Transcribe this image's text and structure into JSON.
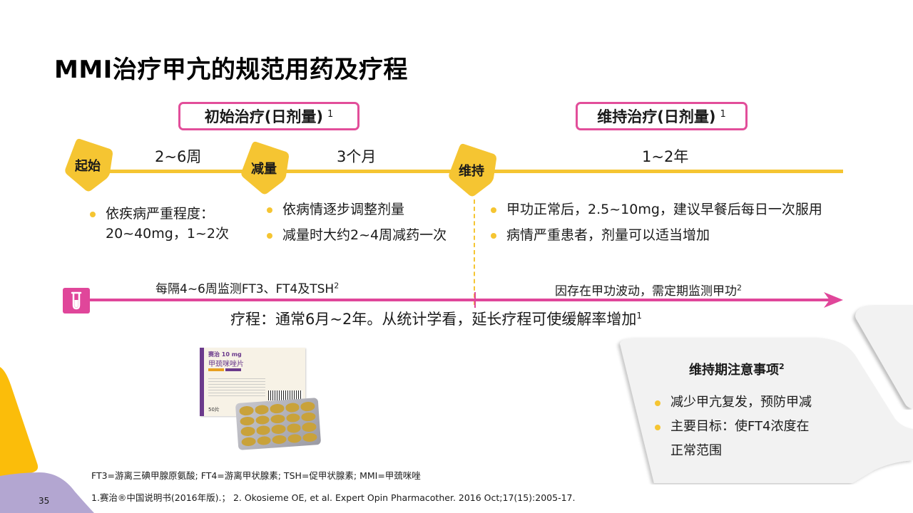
{
  "slide": {
    "title": "MMI治疗甲亢的规范用药及疗程",
    "page_number": "35"
  },
  "phases": [
    {
      "label": "初始治疗(日剂量)",
      "ref": "1"
    },
    {
      "label": "维持治疗(日剂量)",
      "ref": "1"
    }
  ],
  "timeline": {
    "stages": [
      {
        "label": "起始",
        "duration": "2~6周"
      },
      {
        "label": "减量",
        "duration": "3个月"
      },
      {
        "label": "维持",
        "duration": "1~2年"
      }
    ],
    "start_bullets": [
      "依疾病严重程度：",
      "20~40mg，1~2次"
    ],
    "reduce_bullets": [
      "依病情逐步调整剂量",
      "减量时大约2~4周减药一次"
    ],
    "maintain_bullets": [
      "甲功正常后，2.5~10mg，建议早餐后每日一次服用",
      "病情严重患者，剂量可以适当增加"
    ]
  },
  "monitoring": {
    "left_text": "每隔4~6周监测FT3、FT4及TSH",
    "left_ref": "2",
    "right_text": "因存在甲功波动，需定期监测甲功",
    "right_ref": "2",
    "course_text": "疗程：通常6月~2年。从统计学看，延长疗程可使缓解率增加",
    "course_ref": "1",
    "icon": "test-tube-icon"
  },
  "product_image": {
    "brand": "赛治",
    "strength": "10 mg",
    "name": "甲巯咪唑片",
    "count": "50片"
  },
  "notes": {
    "title": "维持期注意事项",
    "ref": "2",
    "items": [
      "减少甲亢复发，预防甲减",
      "主要目标：使FT4浓度在",
      "正常范围"
    ]
  },
  "footer": {
    "abbreviations": "FT3=游离三碘甲腺原氨酸; FT4=游离甲状腺素; TSH=促甲状腺素; MMI=甲巯咪唑",
    "references": "1.赛治®中国说明书(2016年版).；  2. Okosieme OE, et al. Expert Opin Pharmacother. 2016 Oct;17(15):2005-17."
  },
  "colors": {
    "yellow": "#f5c532",
    "pink": "#e0469a",
    "purple": "#b3a6d1",
    "gold": "#fbbd0a",
    "panel": "#f2f2f2"
  }
}
